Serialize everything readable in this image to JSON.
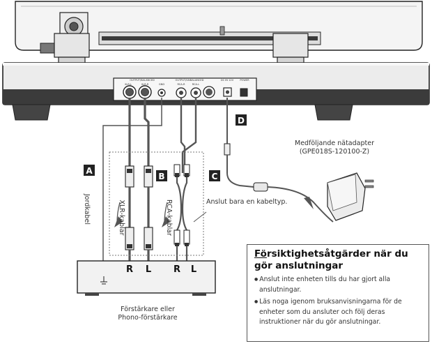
{
  "labels": {
    "A": "A",
    "B": "B",
    "C": "C",
    "D": "D"
  },
  "jack_labels": {
    "xlr_group": "OUTPUT/BALANCED",
    "xlr_l": "XLR-L",
    "xlr_r": "XLR-R",
    "gnd": "GND",
    "rca_group": "OUTPUT/UNBALANCED",
    "rca_r": "RCA-R",
    "rca_l": "RCA-L",
    "dc_in": "DC IN 12V",
    "power": "POWER"
  },
  "cable_labels": {
    "ground_cable": "Jordkabel",
    "xlr_cables": "XLR-kablar",
    "rca_cables": "RCA-kablar",
    "connect_one_type": "Anslut bara en kabeltyp."
  },
  "adapter": {
    "line1": "Medföljande nätadapter",
    "line2": "(GPE018S-120100-Z)"
  },
  "amplifier": {
    "label_line1": "Förstärkare eller",
    "label_line2": "Phono-förstärkare",
    "ports": [
      "R",
      "L",
      "R",
      "L"
    ]
  },
  "caution": {
    "title_prefix": "Fö",
    "title_rest": "rsiktighetsåtgärder när du gör anslutningar",
    "items": [
      "Anslut inte enheten tills du har gjort alla anslutningar.",
      "Läs noga igenom bruksanvisningarna för de enheter som du ansluter och följ deras instruktioner när du gör anslutningar."
    ]
  }
}
